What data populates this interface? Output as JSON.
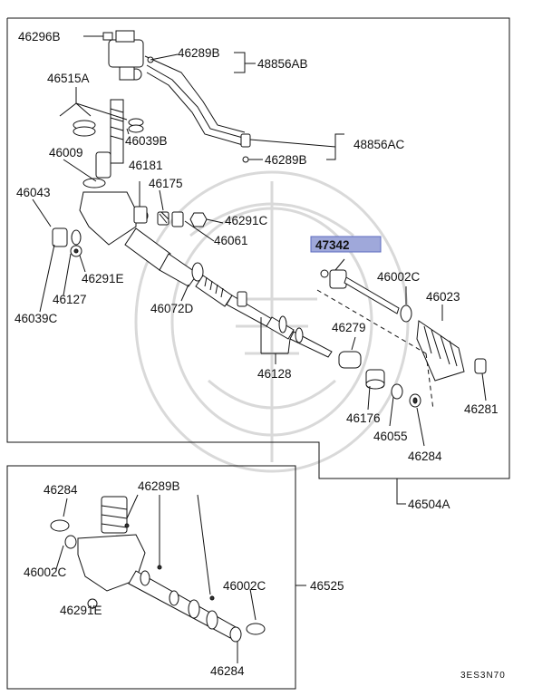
{
  "diagram": {
    "highlight_color": "#9fa8da",
    "parts": {
      "p46296B": "46296B",
      "p46289B_a": "46289B",
      "p48856AB": "48856AB",
      "p46515A": "46515A",
      "p46039B": "46039B",
      "p48856AC": "48856AC",
      "p46289B_b": "46289B",
      "p46009": "46009",
      "p46181": "46181",
      "p46175": "46175",
      "p46043": "46043",
      "p46291C": "46291C",
      "p46061": "46061",
      "p47342": "47342",
      "p46002C_a": "46002C",
      "p46023": "46023",
      "p46291E_a": "46291E",
      "p46127": "46127",
      "p46072D": "46072D",
      "p46039C": "46039C",
      "p46279": "46279",
      "p46128": "46128",
      "p46176": "46176",
      "p46055": "46055",
      "p46281": "46281",
      "p46284_a": "46284",
      "p46504A": "46504A",
      "p46284_b": "46284",
      "p46289B_c": "46289B",
      "p46002C_b": "46002C",
      "p46525": "46525",
      "p46291E_b": "46291E",
      "p46002C_c": "46002C",
      "p46284_c": "46284"
    },
    "figure_code": "3ES3N70"
  }
}
